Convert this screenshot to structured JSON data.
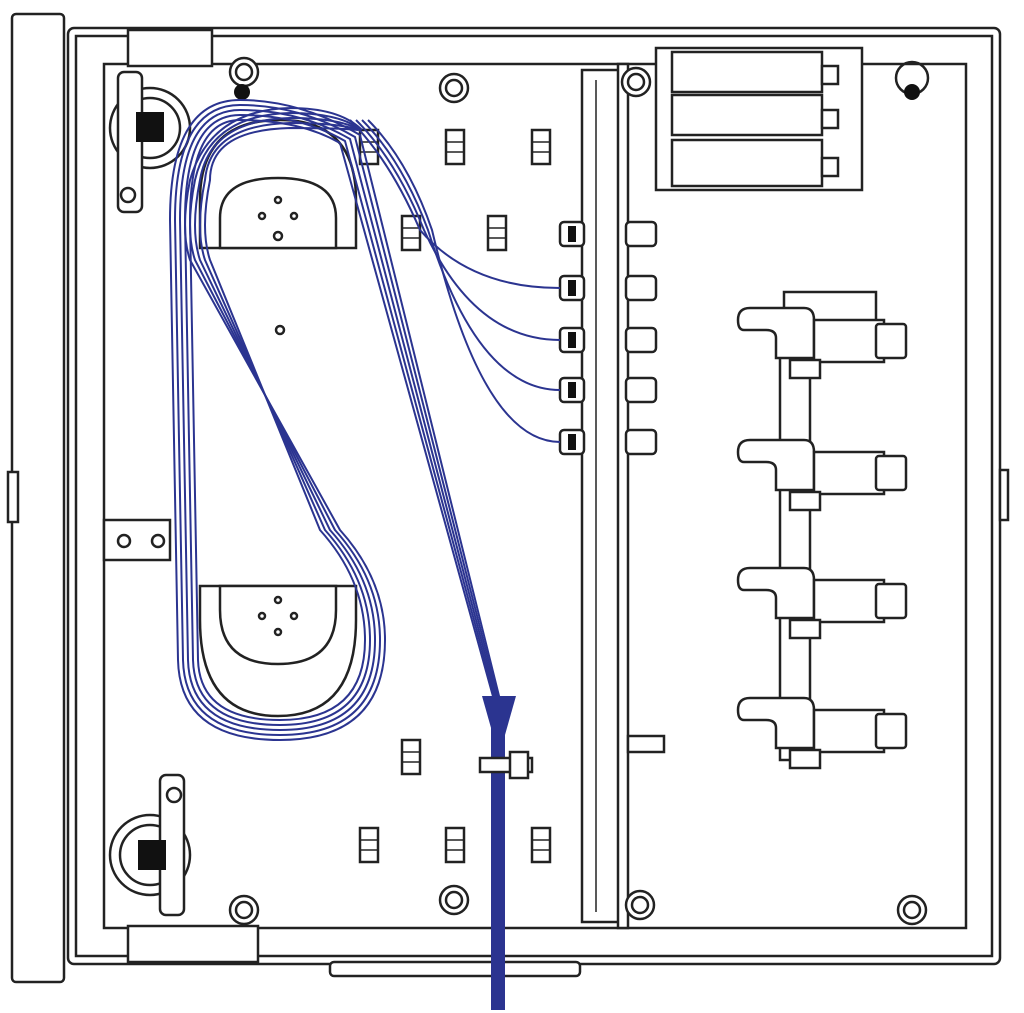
{
  "colors": {
    "fiber": "#2b3490",
    "outline": "#222222",
    "background": "#ffffff"
  },
  "components": {
    "spools": 2,
    "adapter_ports": 5,
    "splitter_connectors": 4,
    "fiber_routes_to_adapters": 4
  }
}
